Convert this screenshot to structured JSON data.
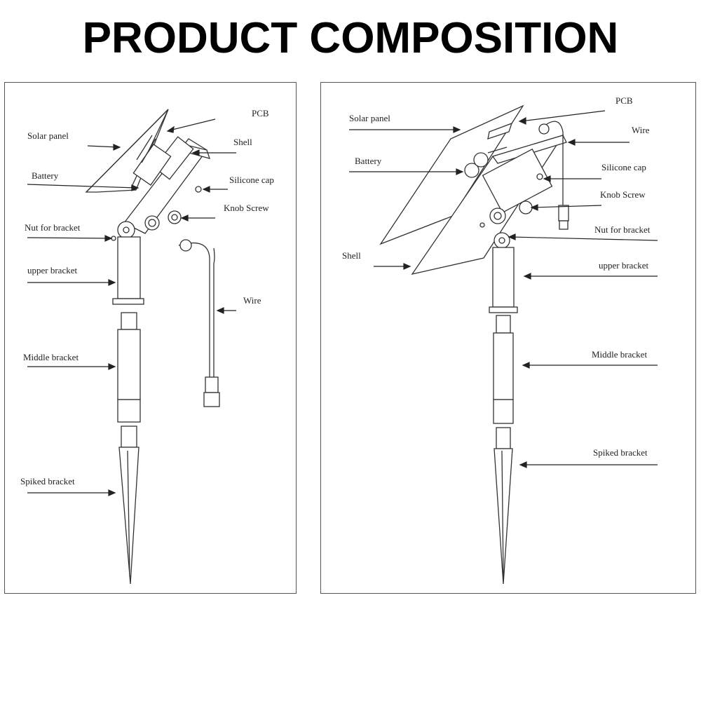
{
  "title": "PRODUCT COMPOSITION",
  "left_panel": {
    "labels": {
      "pcb": "PCB",
      "solar_panel": "Solar panel",
      "shell": "Shell",
      "battery": "Battery",
      "silicone_cap": "Silicone cap",
      "knob_screw": "Knob Screw",
      "nut_for_bracket": "Nut for bracket",
      "upper_bracket": "upper bracket",
      "wire": "Wire",
      "middle_bracket": "Middle bracket",
      "spiked_bracket": "Spiked bracket"
    }
  },
  "right_panel": {
    "labels": {
      "pcb": "PCB",
      "solar_panel": "Solar panel",
      "wire": "Wire",
      "battery": "Battery",
      "silicone_cap": "Silicone cap",
      "knob_screw": "Knob Screw",
      "nut_for_bracket": "Nut for bracket",
      "shell": "Shell",
      "upper_bracket": "upper bracket",
      "middle_bracket": "Middle bracket",
      "spiked_bracket": "Spiked bracket"
    }
  }
}
